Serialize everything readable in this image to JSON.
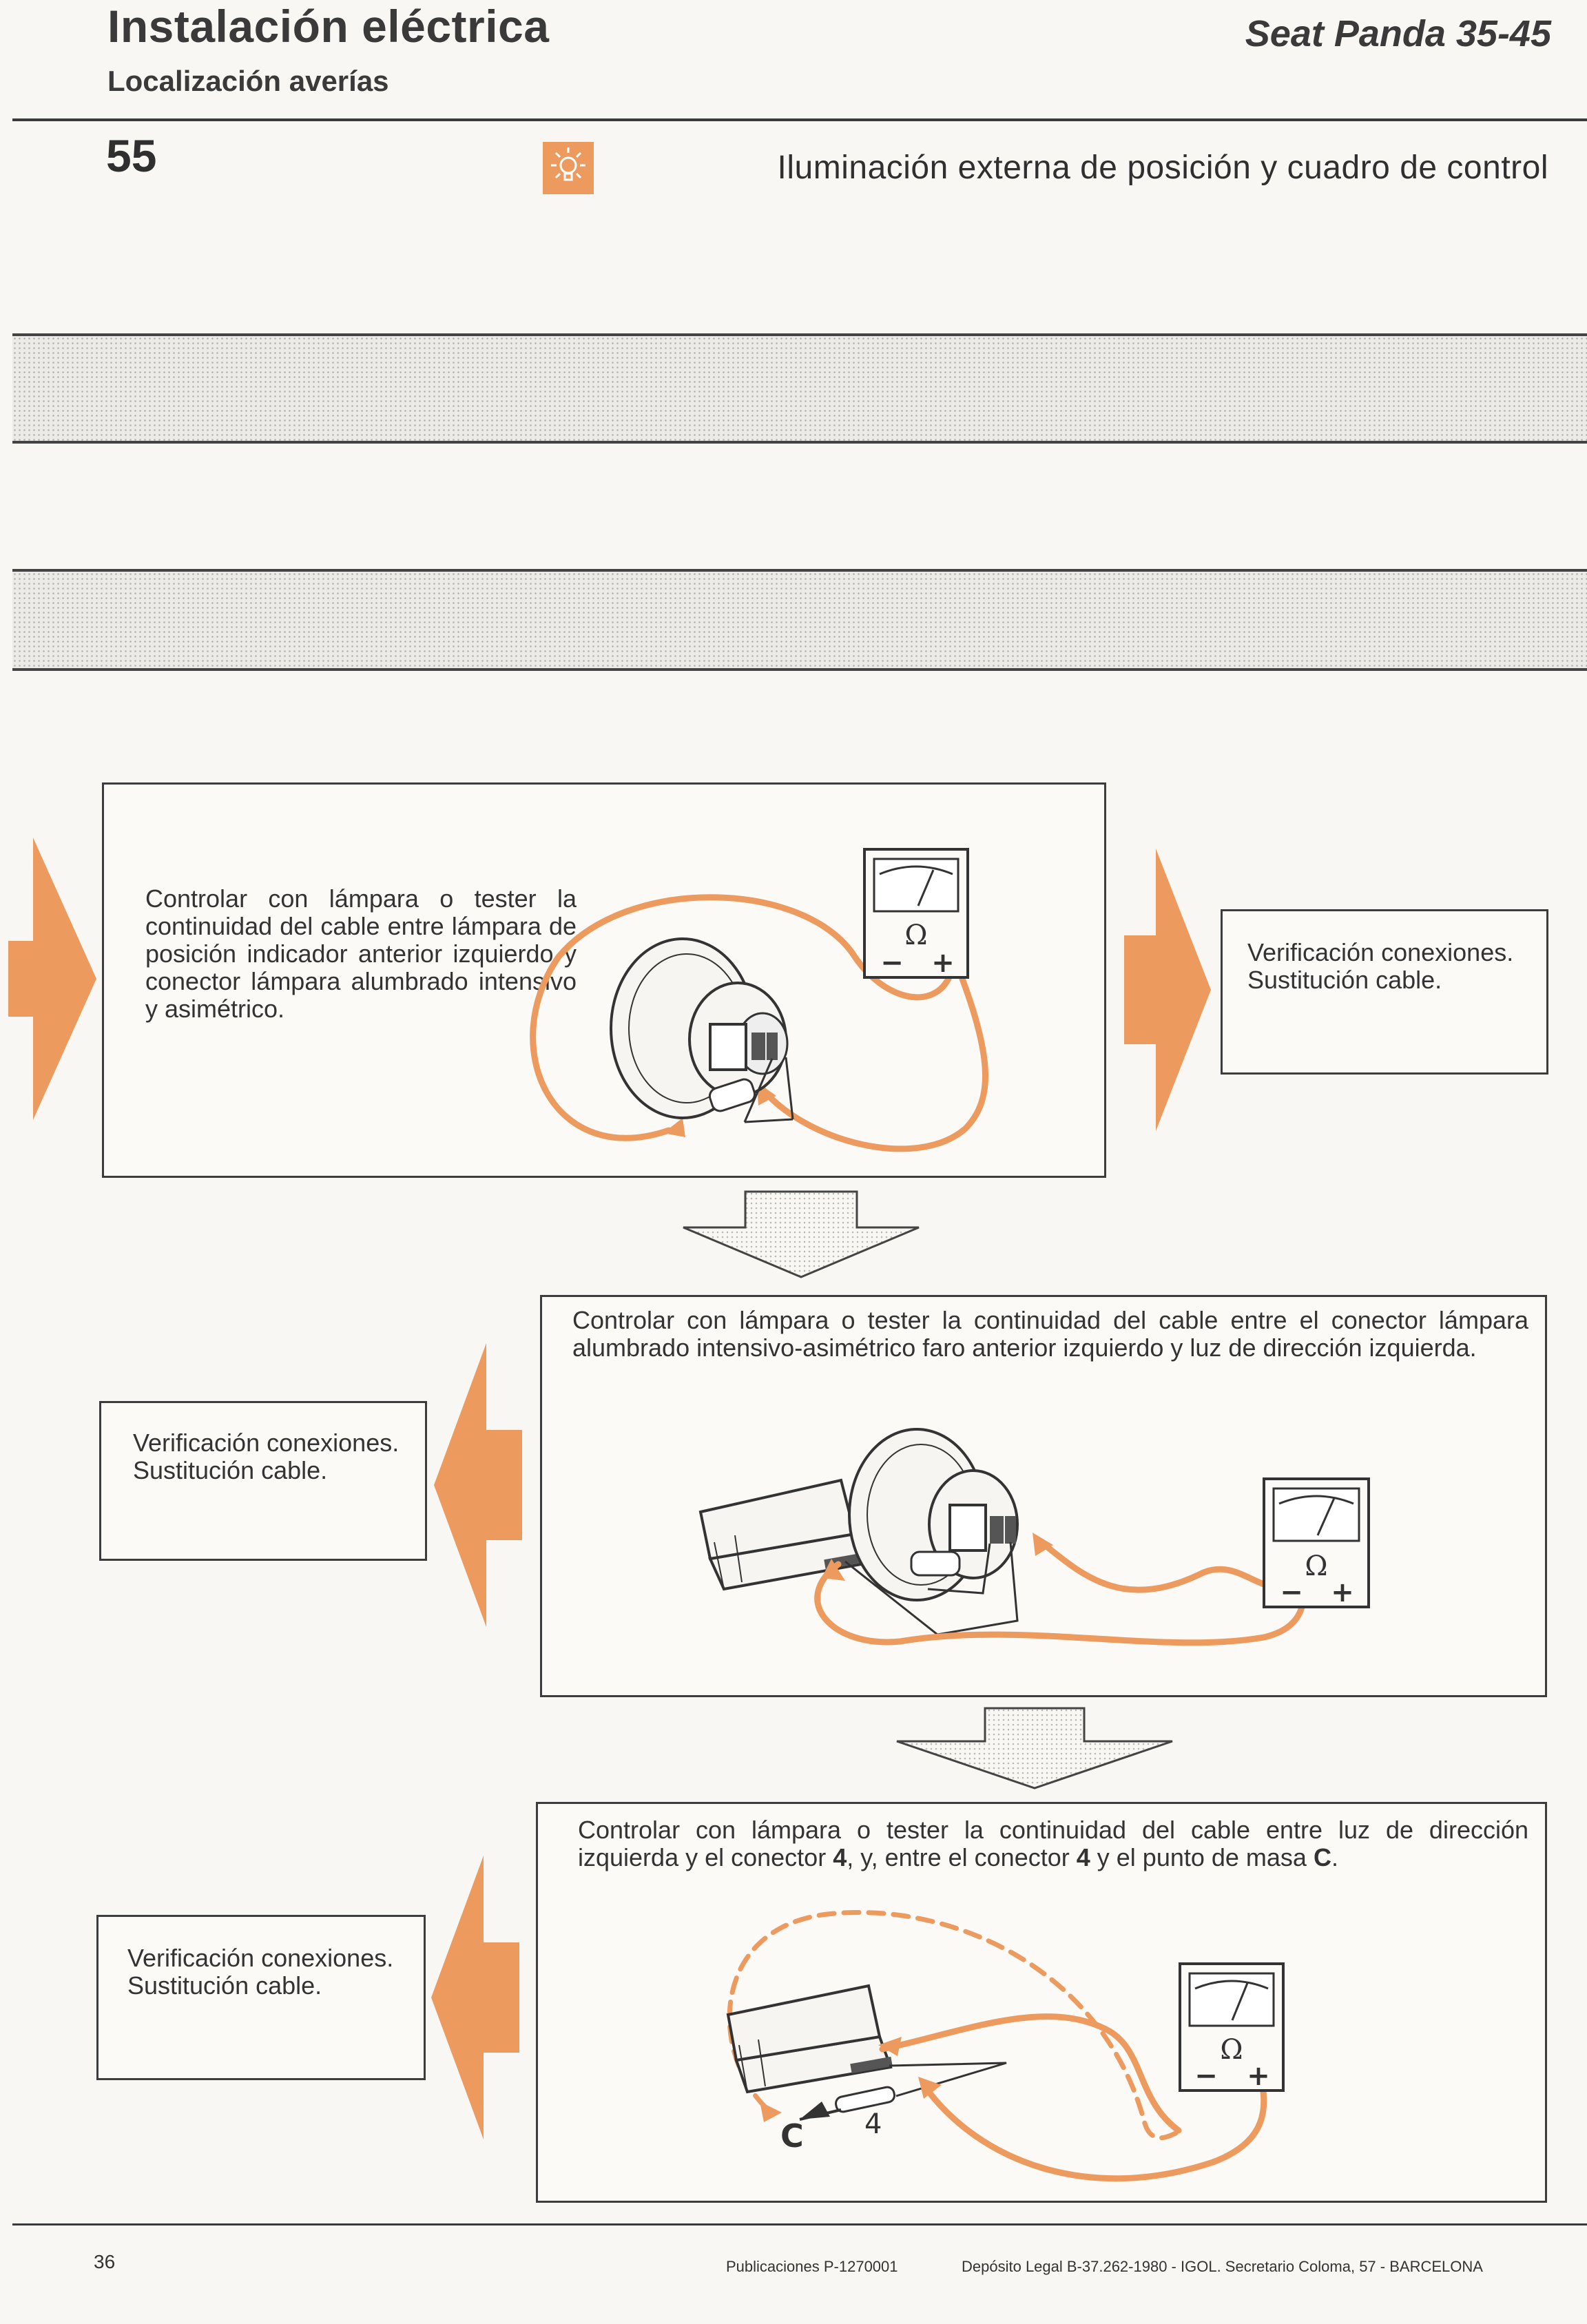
{
  "header": {
    "title": "Instalación eléctrica",
    "subtitle": "Localización averías",
    "model": "Seat Panda 35-45"
  },
  "section": {
    "number": "55",
    "icon": "lamp-icon",
    "title": "Iluminación externa de posición y cuadro de control"
  },
  "steps": [
    {
      "instruction": "Controlar con lámpara o tester la continuidad del cable entre lámpara de posición indicador anterior izquierdo y conector lámpara alumbrado intensivo y asimétrico.",
      "result": "Verificación conexiones.\nSustitución cable."
    },
    {
      "instruction": "Controlar con lámpara o tester la continuidad del cable entre el conector lámpara alumbrado intensivo-asimétrico faro anterior izquierdo y luz de dirección izquierda.",
      "result": "Verificación conexiones.\nSustitución cable."
    },
    {
      "instruction_pre": "Controlar con lámpara o tester la continuidad del cable entre luz de dirección izquierda y el conector ",
      "instruction_b1": "4",
      "instruction_mid": ", y, entre el conector ",
      "instruction_b2": "4",
      "instruction_mid2": " y el punto de masa ",
      "instruction_b3": "C",
      "instruction_end": ".",
      "result": "Verificación conexiones.\nSustitución cable."
    }
  ],
  "meter": {
    "symbol": "Ω",
    "minus": "−",
    "plus": "+"
  },
  "figure_labels": {
    "ground": "C",
    "connector": "4"
  },
  "footer": {
    "page": "36",
    "publication": "Publicaciones P-1270001",
    "legal": "Depósito Legal B-37.262-1980 - IGOL. Secretario Coloma, 57 - BARCELONA"
  },
  "colors": {
    "accent": "#ed9a5f",
    "ink": "#3a3a3a",
    "paper": "#f8f7f3"
  }
}
